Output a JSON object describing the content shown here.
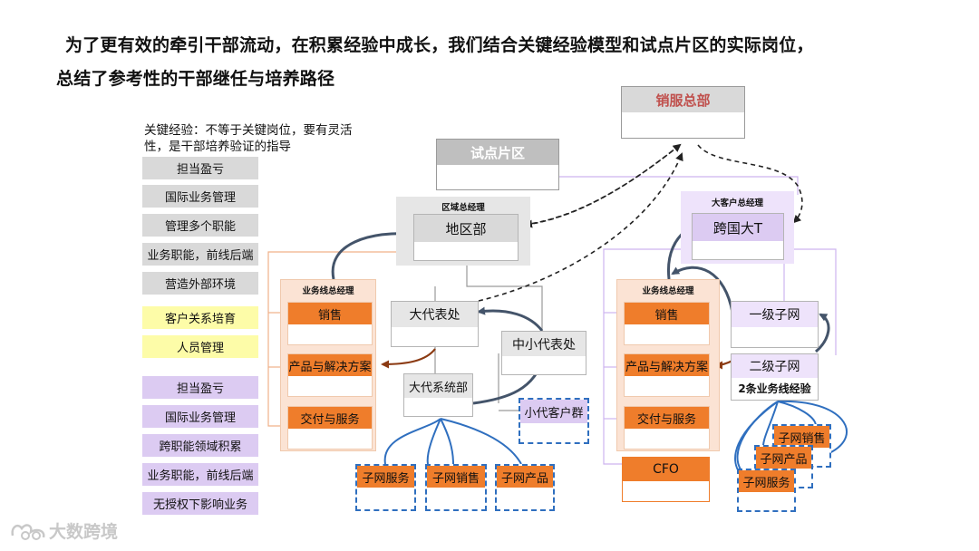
{
  "title": {
    "line1": "为了更有效的牵引干部流动，在积累经验中成长，我们结合关键经验模型和试点片区的实际岗位，",
    "line2": "总结了参考性的干部继任与培养路径"
  },
  "key_note": {
    "line1": "关键经验：不等于关键岗位，要有灵活",
    "line2": "性，是干部培养验证的指导"
  },
  "experience_tags": {
    "gray": [
      "担当盈亏",
      "国际业务管理",
      "管理多个职能",
      "业务职能，前线后端",
      "营造外部环境"
    ],
    "yellow": [
      "客户关系培育",
      "人员管理"
    ],
    "purple": [
      "担当盈亏",
      "国际业务管理",
      "跨职能领域积累",
      "业务职能，前线后端",
      "无授权下影响业务"
    ]
  },
  "top": {
    "sales_hq": "销服总部",
    "pilot_area": "试点片区"
  },
  "left_group": {
    "region_manager_caption": "区域总经理",
    "region_dept": "地区部",
    "bu_manager_caption": "业务线总经理",
    "bu_roles": [
      "销售",
      "产品与解决方案",
      "交付与服务"
    ],
    "rep_office": "大代表处",
    "small_rep_office": "中小代表处",
    "big_system_dept": "大代系统部",
    "small_customer_group": "小代客户群",
    "sub_units": [
      "子网服务",
      "子网销售",
      "子网产品"
    ]
  },
  "right_group": {
    "key_account_caption": "大客户总经理",
    "multinational": "跨国大T",
    "bu_manager_caption": "业务线总经理",
    "bu_roles": [
      "销售",
      "产品与解决方案",
      "交付与服务"
    ],
    "cfo": "CFO",
    "level1_subnet": "一级子网",
    "level2_subnet": "二级子网",
    "two_bu_experience": "2条业务线经验",
    "sub_units": [
      "子网销售",
      "子网产品",
      "子网服务"
    ]
  },
  "watermark": "大数跨境",
  "colors": {
    "orange": "#ef7d2b",
    "gray_tag": "#d9d9d9",
    "yellow_tag": "#fdfca8",
    "purple_tag": "#dccbf2",
    "sales_hq_text": "#c0504d",
    "arrow_blue": "#44546a",
    "arrow_brown": "#8b3a12",
    "dashed_blue": "#2f6fbf"
  }
}
